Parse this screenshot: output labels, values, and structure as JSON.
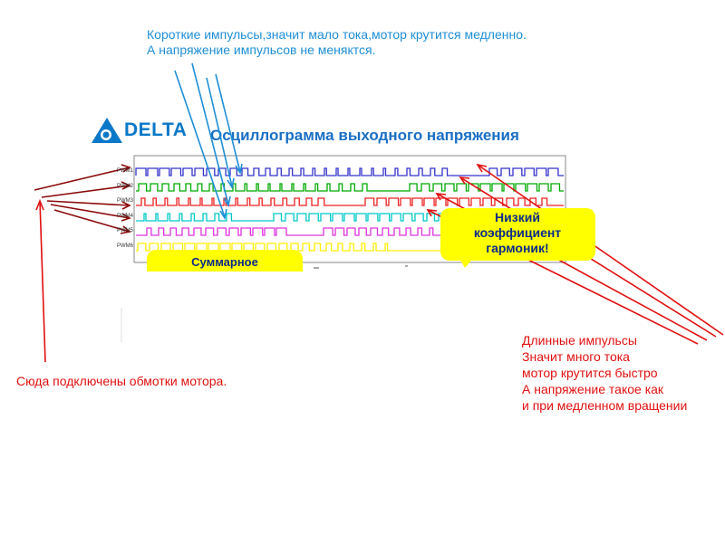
{
  "blue_note": {
    "line1": "Короткие импульсы,значит мало тока,мотор крутится медленно.",
    "line2": "А напряжение импульсов не меняктся."
  },
  "logo": {
    "text": "DELTA",
    "icon": "delta-triangle-icon"
  },
  "title": "Осциллограмма выходного напряжения",
  "pwm_labels": [
    "PWM1",
    "PWM2",
    "PWM3",
    "PWM4",
    "PWM5",
    "PWM6"
  ],
  "callout_right": {
    "line1": "Низкий",
    "line2": "коэффициент",
    "line3": "гармоник!"
  },
  "callout_left": {
    "text": "Суммарное"
  },
  "left_note": "Сюда подключены обмотки мотора.",
  "right_note": {
    "line1": "Длинные импульсы",
    "line2": "Значит много тока",
    "line3": "мотор крутится быстро",
    "line4": "А напряжение такое как",
    "line5": "и при медленном вращении"
  },
  "colors": {
    "blue_text": "#1f8fd6",
    "red_text": "#e01010",
    "dark_red_arrow": "#8b0a0a",
    "pwm1": "#3333cc",
    "pwm2": "#00aa00",
    "pwm3": "#ee2222",
    "pwm4": "#00c8c8",
    "pwm5": "#dd33dd",
    "pwm6": "#ffee00"
  }
}
